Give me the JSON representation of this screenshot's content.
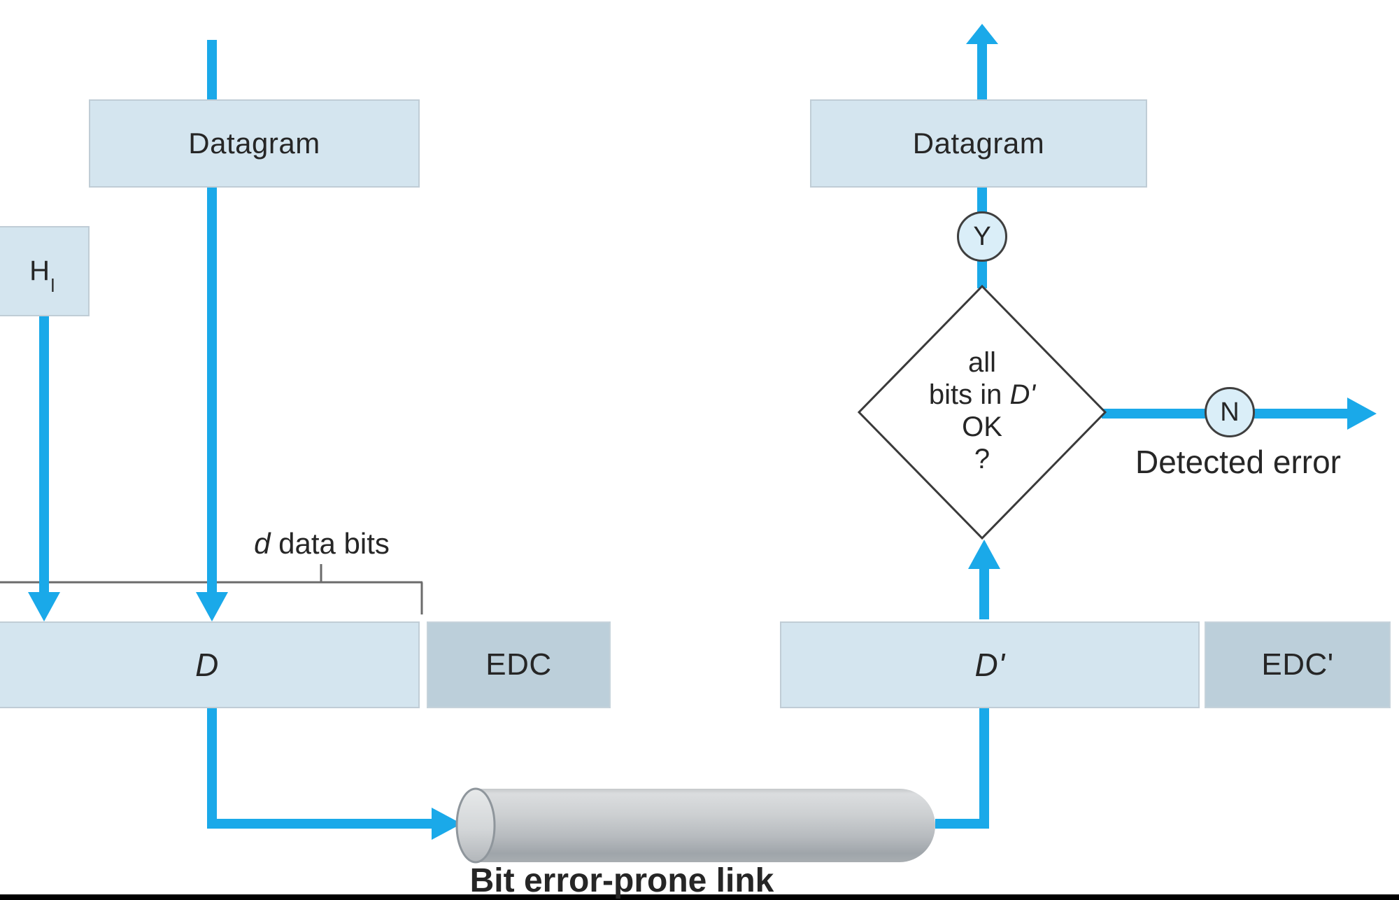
{
  "colors": {
    "arrow_blue": "#1aa9e9",
    "box_light_fill": "#d4e5ef",
    "box_dark_fill": "#bccfda",
    "circle_fill": "#daeef8",
    "shape_outline": "#3a3a3a",
    "bracket_gray": "#6b6b6b",
    "text": "#262626",
    "cylinder_gray": "#bfc3c6"
  },
  "sender": {
    "datagram_label": "Datagram",
    "header": {
      "main": "H",
      "sub": "l"
    },
    "bits_annotation": {
      "italic_d": "d",
      "rest": " data bits"
    },
    "payload_label": "D",
    "edc_label": "EDC"
  },
  "receiver": {
    "datagram_label": "Datagram",
    "yes_label": "Y",
    "no_label": "N",
    "decision": {
      "line1": "all",
      "line2_prefix": "bits in ",
      "line2_term": "D'",
      "line3": "OK",
      "line4": "?"
    },
    "detected_error_label": "Detected error",
    "payload_label": "D'",
    "edc_label": "EDC'"
  },
  "link": {
    "label": "Bit error-prone link"
  }
}
